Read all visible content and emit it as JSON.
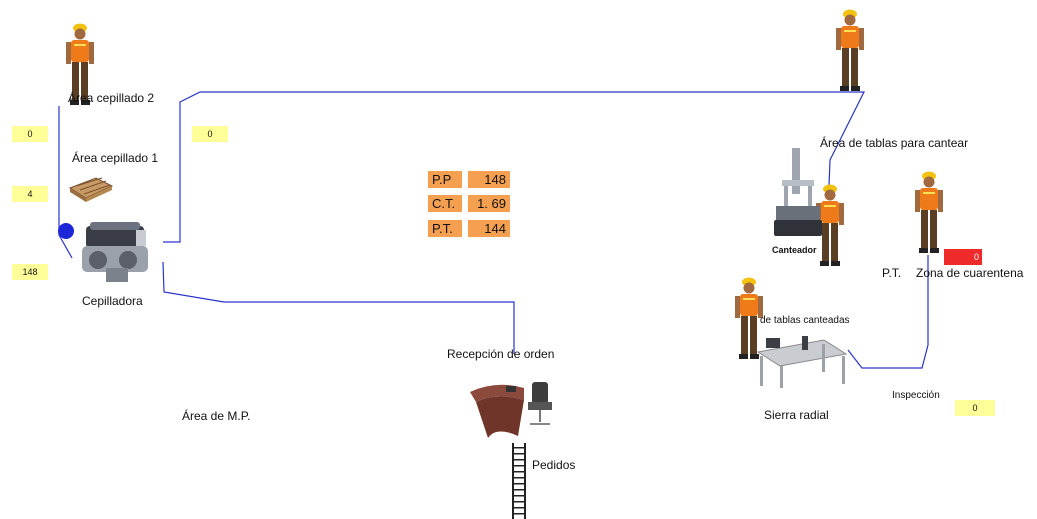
{
  "labels": {
    "area_cepillado_2": "Área cepillado 2",
    "area_cepillado_1": "Área cepillado 1",
    "cepilladora": "Cepilladora",
    "area_tablas_cantear": "Área de tablas para cantear",
    "canteador": "Canteador",
    "pt": "P.T.",
    "zona_cuarentena": "Zona de cuarentena",
    "tablas_canteadas": "de tablas canteadas",
    "recepcion_orden": "Recepción de orden",
    "area_mp": "Área de M.P.",
    "pedidos": "Pedidos",
    "sierra_radial": "Sierra radial",
    "inspeccion": "Inspección"
  },
  "counters": {
    "cep2_queue": "0",
    "center_queue": "0",
    "cep1_queue": "4",
    "cepilladora_count": "148",
    "inspeccion": "0",
    "cuarentena": "0"
  },
  "stats": [
    {
      "key": "P.P",
      "value": "148"
    },
    {
      "key": "C.T.",
      "value": "1. 69"
    },
    {
      "key": "P.T.",
      "value": "144"
    }
  ],
  "colors": {
    "path": "#2a35c8",
    "counter_bg": "#ffff99",
    "stat_bg": "#f5a050",
    "quarantine": "#ee2a2a"
  }
}
